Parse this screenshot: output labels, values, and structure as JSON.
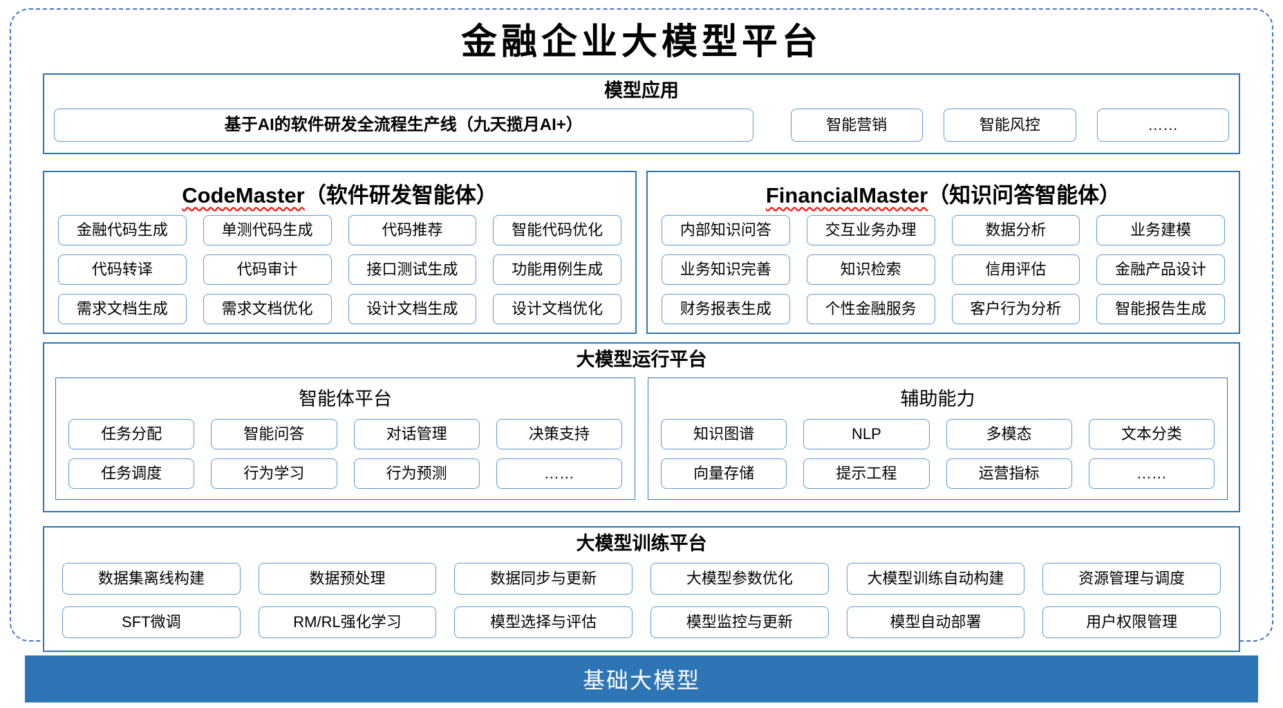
{
  "title": "金融企业大模型平台",
  "colors": {
    "section_border": "#2E75B6",
    "button_border": "#5B9BD5",
    "frame_dashed": "#4472C4",
    "base_bar_bg": "#2E75B6",
    "spellcheck_squiggle": "#FF0000"
  },
  "sections": {
    "model_app": {
      "heading": "模型应用",
      "wide_button": "基于AI的软件研发全流程生产线（九天揽月AI+）",
      "buttons": [
        "智能营销",
        "智能风控",
        "……"
      ]
    },
    "code_master": {
      "heading_en": "CodeMaster",
      "heading_zh": "（软件研发智能体）",
      "buttons": [
        "金融代码生成",
        "单测代码生成",
        "代码推荐",
        "智能代码优化",
        "代码转译",
        "代码审计",
        "接口测试生成",
        "功能用例生成",
        "需求文档生成",
        "需求文档优化",
        "设计文档生成",
        "设计文档优化"
      ]
    },
    "financial_master": {
      "heading_en": "FinancialMaster",
      "heading_zh": "（知识问答智能体）",
      "buttons": [
        "内部知识问答",
        "交互业务办理",
        "数据分析",
        "业务建模",
        "业务知识完善",
        "知识检索",
        "信用评估",
        "金融产品设计",
        "财务报表生成",
        "个性金融服务",
        "客户行为分析",
        "智能报告生成"
      ]
    },
    "runtime": {
      "heading": "大模型运行平台",
      "agent_platform": {
        "heading": "智能体平台",
        "buttons": [
          "任务分配",
          "智能问答",
          "对话管理",
          "决策支持",
          "任务调度",
          "行为学习",
          "行为预测",
          "……"
        ]
      },
      "aux_ability": {
        "heading": "辅助能力",
        "buttons": [
          "知识图谱",
          "NLP",
          "多模态",
          "文本分类",
          "向量存储",
          "提示工程",
          "运营指标",
          "……"
        ]
      }
    },
    "training": {
      "heading": "大模型训练平台",
      "buttons": [
        "数据集离线构建",
        "数据预处理",
        "数据同步与更新",
        "大模型参数优化",
        "大模型训练自动构建",
        "资源管理与调度",
        "SFT微调",
        "RM/RL强化学习",
        "模型选择与评估",
        "模型监控与更新",
        "模型自动部署",
        "用户权限管理"
      ]
    },
    "base": {
      "label": "基础大模型"
    }
  }
}
